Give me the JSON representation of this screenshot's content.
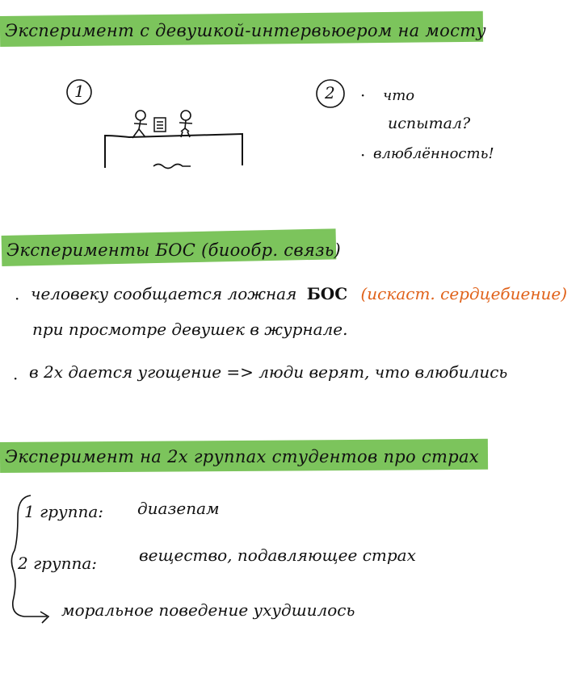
{
  "section1": {
    "heading": "Эксперимент с девушкой-интервьюером на мосту",
    "item1_number": "1",
    "item2_number": "2",
    "item2_line1": "что",
    "item2_line2": "испытал?",
    "item2_line3": "влюблённость!"
  },
  "section2": {
    "heading": "Эксперименты БОС (биообр. связь)",
    "bullet1_part1": "человеку сообщается ложная",
    "bullet1_bos": "БОС",
    "bullet1_orange": "(искаст. сердцебиение)",
    "bullet1_line2": "при просмотре девушек в журнале.",
    "bullet2": "в 2х дается угощение => люди верят, что влюбились"
  },
  "section3": {
    "heading": "Эксперимент на 2х группах студентов про страх",
    "group1_label": "1 группа:",
    "group1_value": "диазепам",
    "group2_label": "2 группа:",
    "group2_value": "вещество, подавляющее страх",
    "result": "моральное поведение ухудшилось"
  },
  "colors": {
    "highlight": "#7cc45c",
    "accent_orange": "#e0621a",
    "ink": "#111111"
  }
}
